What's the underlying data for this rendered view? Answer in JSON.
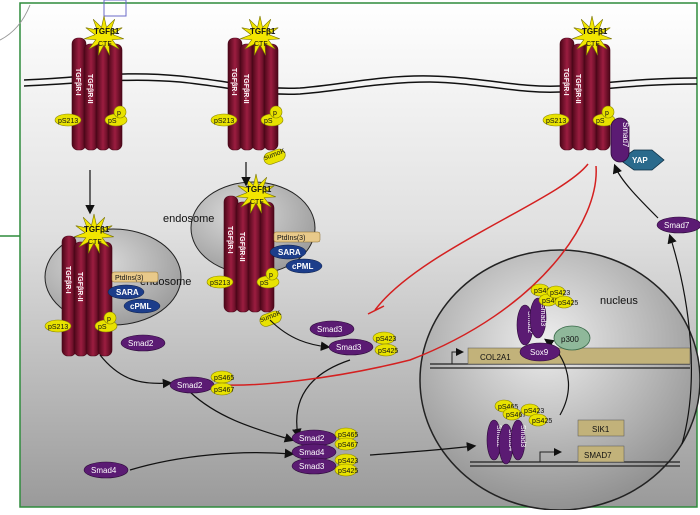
{
  "labels": {
    "tgfb1": "TGFβ1",
    "ctf": "CTF",
    "tgfbr1": "TGFβR-I",
    "tgfbr2": "TGFβR-II",
    "ps213": "pS213",
    "ps_short": "pS",
    "p_short": "p",
    "endosome": "endosome",
    "ptdins": "PtdIns(3)",
    "sara": "SARA",
    "cpml": "cPML",
    "sumok": "sumoK",
    "smad2": "Smad2",
    "smad3": "Smad3",
    "smad4": "Smad4",
    "smad7": "Smad7",
    "yap": "YAP",
    "ps465": "pS465",
    "ps467": "pS467",
    "ps423": "pS423",
    "ps425": "pS425",
    "nucleus": "nucleus",
    "sox9": "Sox9",
    "p300": "p300",
    "col2a1": "COL2A1",
    "sik1": "SIK1",
    "smad7_gene": "SMAD7"
  },
  "colors": {
    "border": "#2e8b3c",
    "receptor": "#7a1230",
    "receptor_dark": "#4a0618",
    "smad_purple": "#5b1b73",
    "ligand_yellow": "#f2e600",
    "phospho_yellow": "#e8e200",
    "sara_blue": "#1c3d8a",
    "yap_teal": "#2a6a8c",
    "inhibit_red": "#d42020",
    "gene_box": "#c2b27a",
    "p300_green": "#8fb89a"
  }
}
